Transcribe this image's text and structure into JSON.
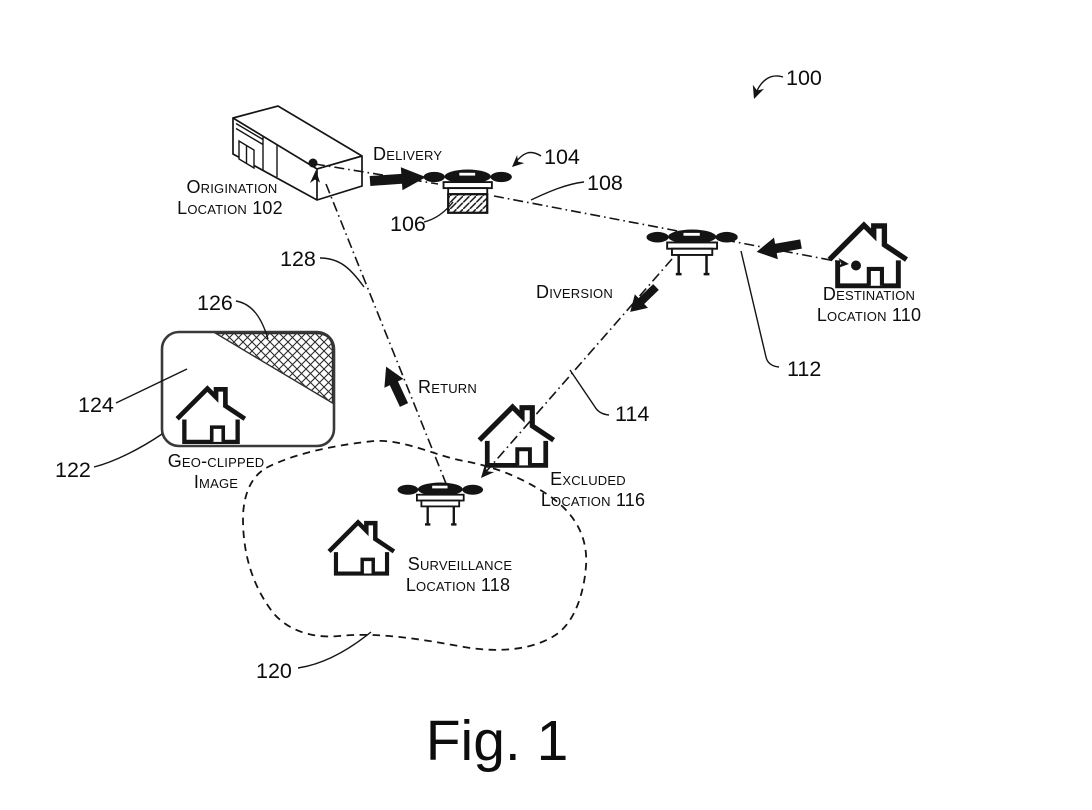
{
  "figure": {
    "caption": "Fig. 1"
  },
  "flow": {
    "delivery": "Delivery",
    "diversion": "Diversion",
    "return": "Return"
  },
  "locations": {
    "origination": {
      "name": "Origination",
      "detail": "Location 102"
    },
    "destination": {
      "name": "Destination",
      "detail": "Location 110"
    },
    "excluded": {
      "name": "Excluded",
      "detail": "Location 116"
    },
    "surveillance": {
      "name": "Surveillance",
      "detail": "Location 118"
    }
  },
  "geo_clipped_image": {
    "line1": "Geo-clipped",
    "line2": "Image"
  },
  "refs": {
    "system": "100",
    "uav": "104",
    "package": "106",
    "delivery_path": "108",
    "destination_uav": "112",
    "diversion_path": "114",
    "surveillance_area": "120",
    "geo_image_box": "122",
    "geo_image_region": "124",
    "geo_clipped_region": "126",
    "return_path": "128"
  },
  "icons": {
    "origination_building": "warehouse-building-icon",
    "uav": "quadcopter-drone-icon",
    "package": "hatched-package-icon",
    "house": "house-icon",
    "surveillance_boundary": "dashed-cloud-boundary",
    "geo_frame": "rounded-image-frame",
    "clipped_corner": "crosshatch-region"
  },
  "colors": {
    "ink": "#141414",
    "paper": "#ffffff"
  }
}
